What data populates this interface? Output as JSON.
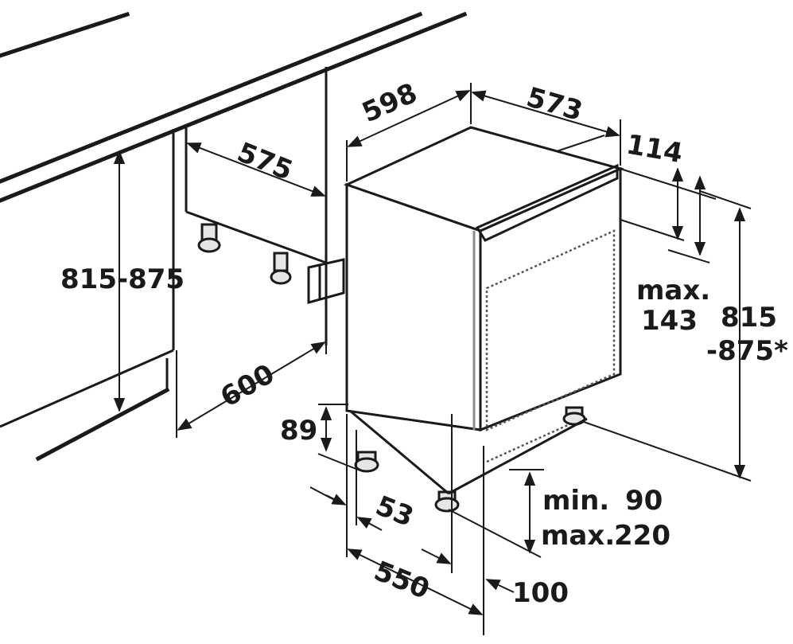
{
  "labels": {
    "width_machine": "598",
    "depth_top": "573",
    "back_offset": "114",
    "niche_width": "575",
    "counter_height": "815-875",
    "niche_depth": "600",
    "panel_max_label": "max.",
    "panel_max_value": "143",
    "machine_height_label": "815",
    "machine_height_range": "-875*",
    "foot_height": "89",
    "foot_offset": "53",
    "plinth_min_label": "min.",
    "plinth_min_value": "90",
    "plinth_max_label": "max.",
    "plinth_max_value": "220",
    "depth_bottom": "550",
    "plinth_depth": "100"
  }
}
